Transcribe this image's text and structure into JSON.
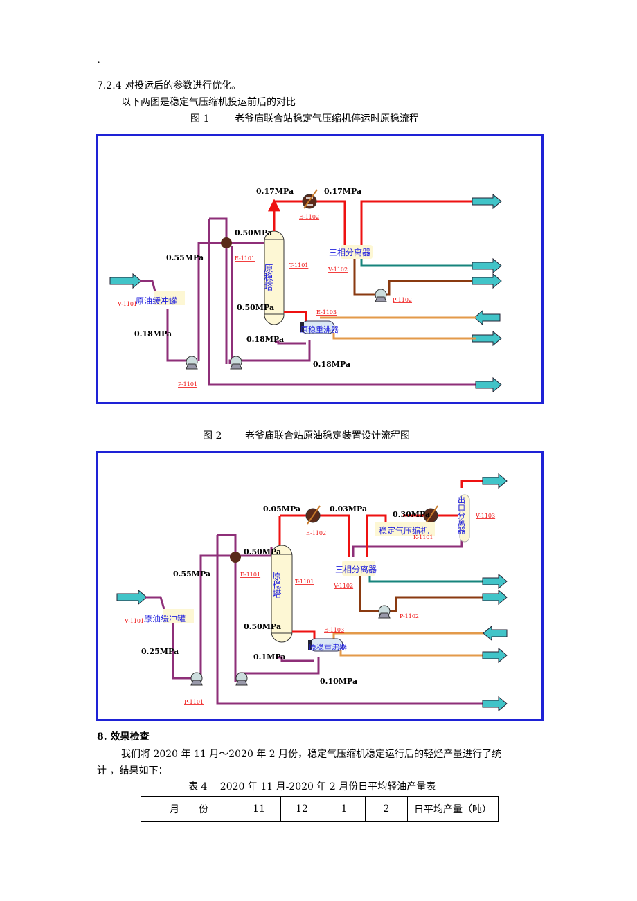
{
  "dot": ".",
  "section_724": "7.2.4 对投运后的参数进行优化。",
  "intro": "以下两图是稳定气压缩机投运前后的对比",
  "fig1": {
    "caption_num": "图 1",
    "caption_text": "老爷庙联合站稳定气压缩机停运时原稳流程",
    "p_017a": "0.17MPa",
    "p_017b": "0.17MPa",
    "p_050top": "0.50MPa",
    "p_055": "0.55MPa",
    "p_050bot": "0.50MPa",
    "p_018a": "0.18MPa",
    "p_018b": "0.18MPa",
    "p_018c": "0.18MPa",
    "sep": "三相分离器",
    "tower": "原稳塔",
    "tank": "原油缓冲罐",
    "reboiler": "原稳重沸器",
    "tag_e1102": "E-1102",
    "tag_e1101": "E-1101",
    "tag_t1101": "T-1101",
    "tag_v1102": "V-1102",
    "tag_v1101": "V-1101",
    "tag_p1102": "P-1102",
    "tag_e1103": "E-1103",
    "tag_p1101": "P-1101"
  },
  "fig2": {
    "caption_num": "图 2",
    "caption_text": "老爷庙联合站原油稳定装置设计流程图",
    "p_005": "0.05MPa",
    "p_003": "0.03MPa",
    "p_030": "0.30MPa",
    "p_050top": "0.50MPa",
    "p_055": "0.55MPa",
    "p_050bot": "0.50MPa",
    "p_025": "0.25MPa",
    "p_01": "0.1MPa",
    "p_010": "0.10MPa",
    "compressor": "稳定气压缩机",
    "outlet_sep": "出口分离器",
    "sep": "三相分离器",
    "tower": "原稳塔",
    "tank": "原油缓冲罐",
    "reboiler": "原稳重沸器",
    "tag_e1102": "E-1102",
    "tag_e1101": "E-1101",
    "tag_t1101": "T-1101",
    "tag_v1102": "V-1102",
    "tag_v1101": "V-1101",
    "tag_v1103": "V-1103",
    "tag_k1101": "K-1101",
    "tag_p1102": "P-1102",
    "tag_e1103": "E-1103",
    "tag_p1101": "P-1101"
  },
  "section_8": "8. 效果检查",
  "para_8_line1": "我们将 2020 年 11 月～2020 年 2 月份，稳定气压缩机稳定运行后的轻烃产量进行了统",
  "para_8_line2": "计 ，结果如下：",
  "table4": {
    "caption": "表 4　 2020 年 11 月-2020 年 2 月份日平均轻油产量表",
    "header": [
      "月　　份",
      "11",
      "12",
      "1",
      "2",
      "日平均产量（吨）"
    ]
  },
  "colors": {
    "frame": "#1e22d6",
    "red_line": "#ee1111",
    "purple_line": "#8e2f78",
    "teal_line": "#17847c",
    "brown_line": "#8a3a10",
    "orange_line": "#e39a4a",
    "arrow_fill": "#41c4c8",
    "label_blue": "#2222dd",
    "tag_red": "#ee1111"
  }
}
